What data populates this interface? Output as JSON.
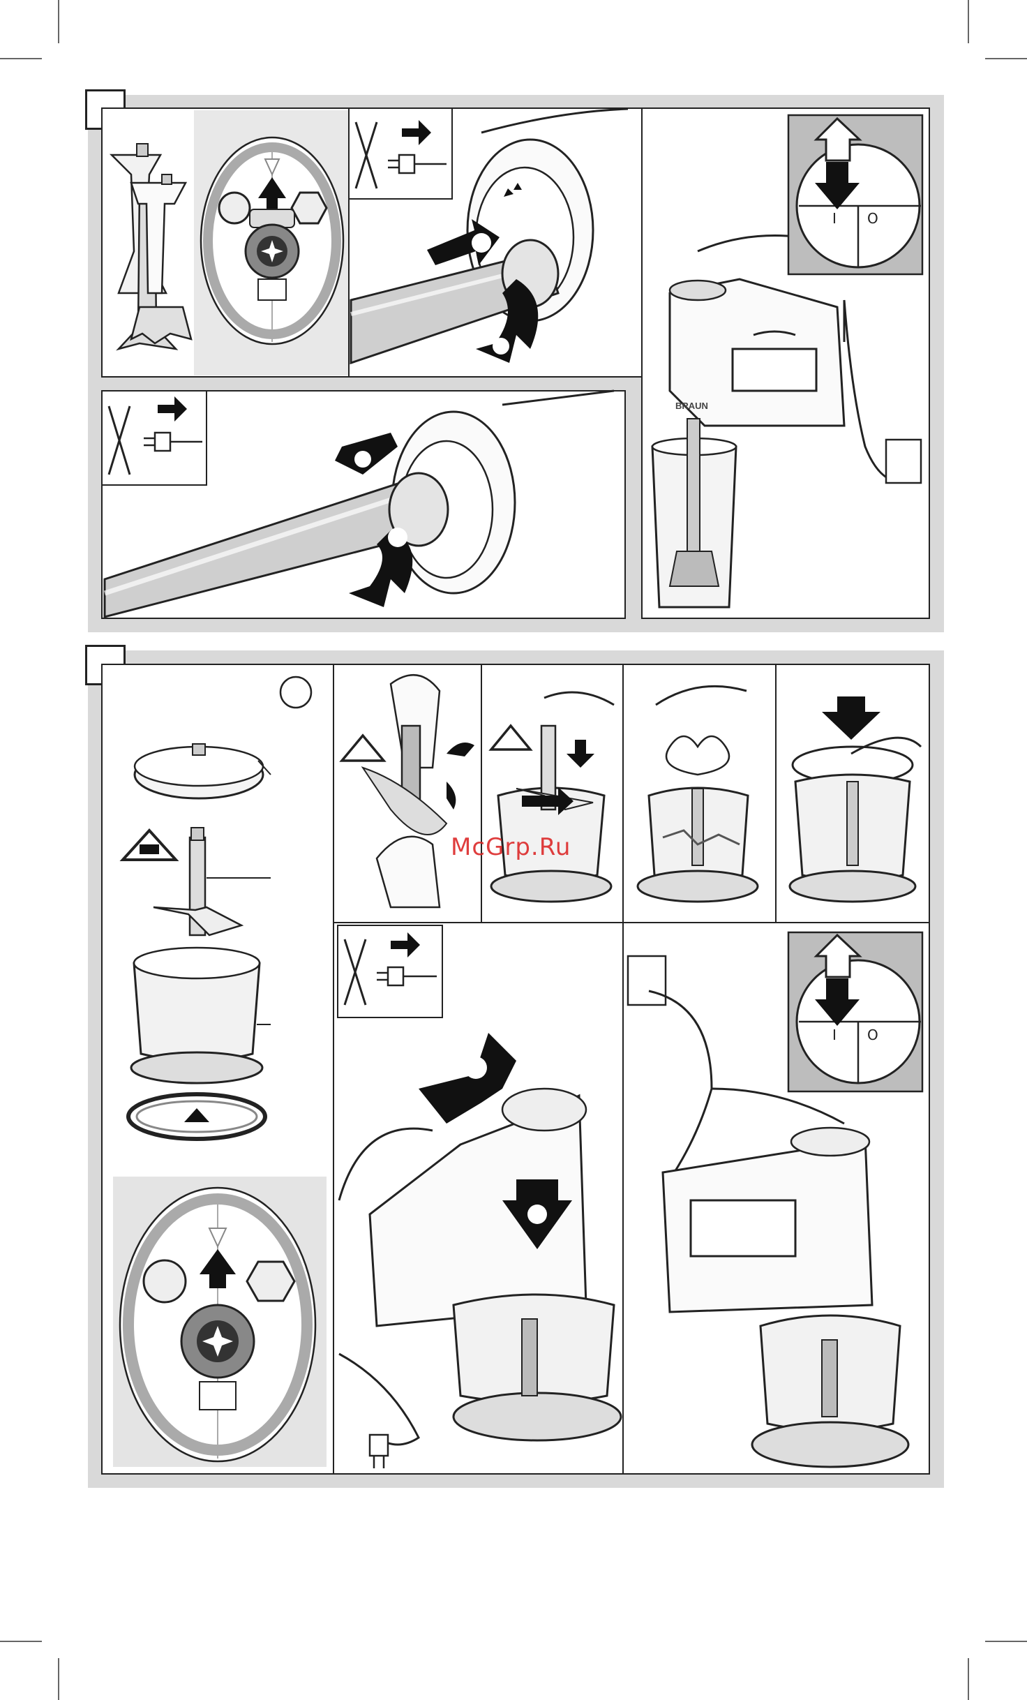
{
  "watermark": "McGrp.Ru",
  "brand_label": "BRAUN",
  "switch_labels": {
    "on": "I",
    "off": "O"
  },
  "section_a": {
    "panels": [
      "attachments-overview",
      "shaft-connector-detail",
      "unplug-then-attach",
      "unplug-then-detach",
      "blend-in-beaker"
    ]
  },
  "section_b": {
    "panels": [
      "chopper-parts",
      "remove-blade-cover",
      "insert-blade",
      "add-food",
      "fit-lid",
      "unplug-before-fitting-motor",
      "fit-motor-and-operate"
    ]
  },
  "colors": {
    "frame": "#d9d9d9",
    "panel_shade": "#e6e6e6",
    "ink": "#222222",
    "arrow": "#111111"
  }
}
